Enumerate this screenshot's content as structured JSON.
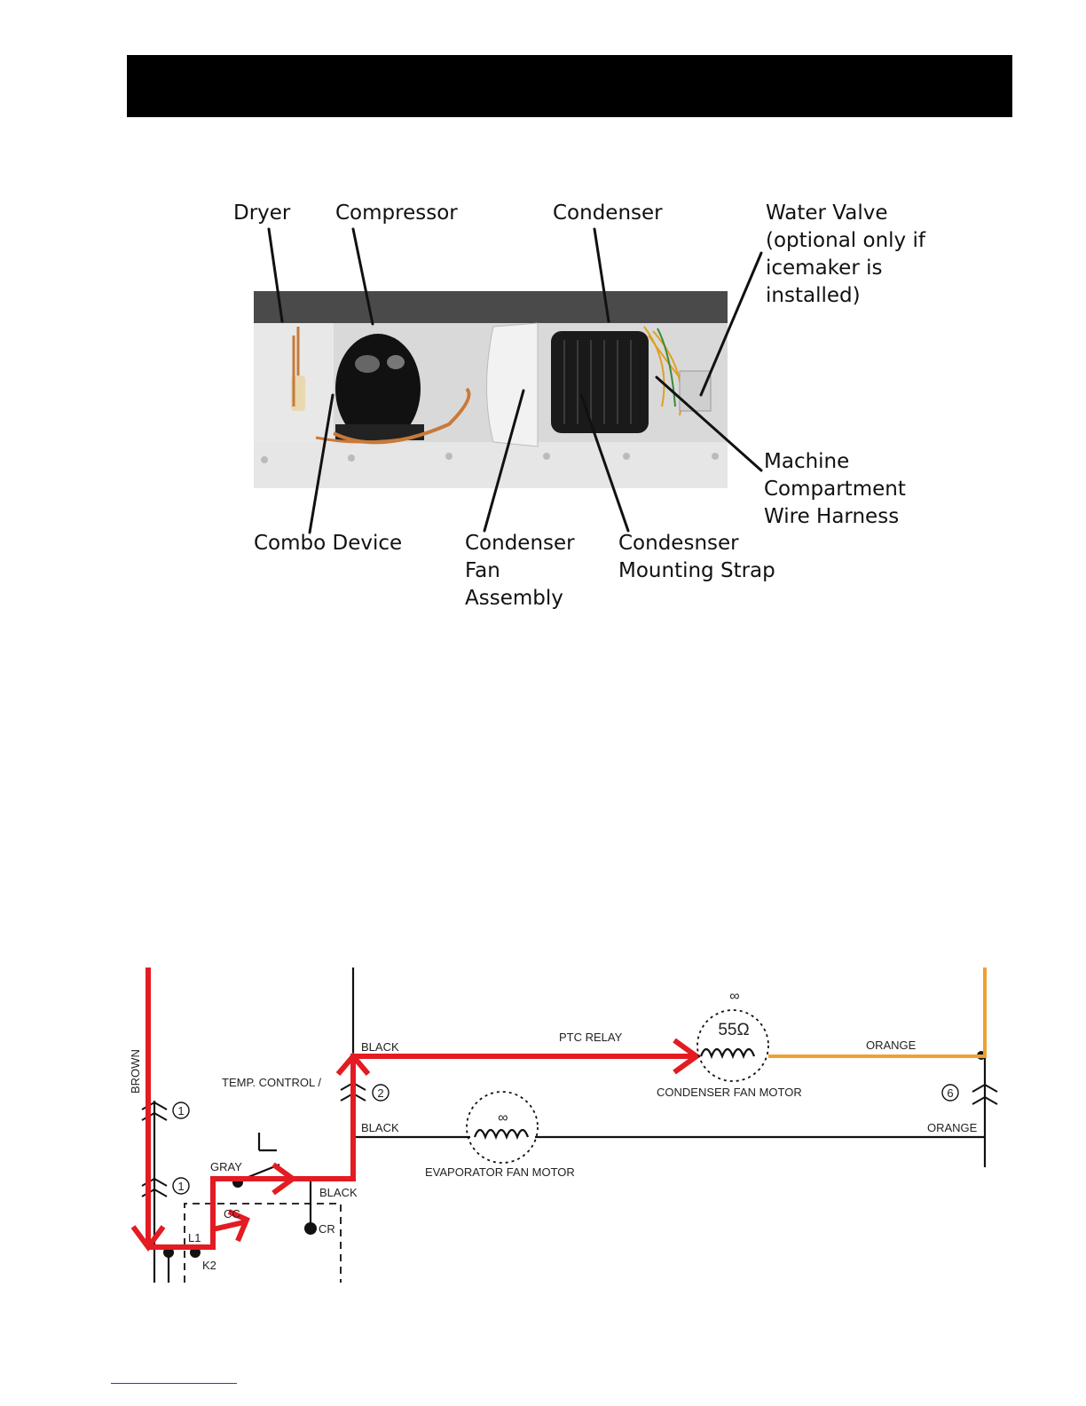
{
  "callouts": {
    "dryer": "Dryer",
    "compressor": "Compressor",
    "condenser": "Condenser",
    "water_valve": "Water Valve\n(optional only if\nicemaker is\ninstalled)",
    "harness": "Machine\nCompartment\nWire Harness",
    "combo": "Combo Device",
    "fan_assembly": "Condenser\nFan\nAssembly",
    "mounting_strap": "Condesnser\nMounting Strap"
  },
  "schematic": {
    "brown": "BROWN",
    "temp_control": "TEMP. CONTROL /",
    "black_top": "BLACK",
    "ptc_relay": "PTC RELAY",
    "condenser_ohms": "55Ω",
    "condenser_infinity": "∞",
    "condenser_motor": "CONDENSER FAN MOTOR",
    "orange_top": "ORANGE",
    "black_mid": "BLACK",
    "evap_infinity": "∞",
    "evap_motor": "EVAPORATOR FAN MOTOR",
    "orange_mid": "ORANGE",
    "gray": "GRAY",
    "black_low": "BLACK",
    "cc": "CC",
    "cr": "CR",
    "l1": "L1",
    "k2": "K2",
    "connector_1a": "1",
    "connector_1b": "1",
    "connector_2": "2",
    "connector_6": "6"
  },
  "colors": {
    "highlight_red": "#e31b23",
    "orange_wire": "#f0a030",
    "header": "#000000"
  }
}
